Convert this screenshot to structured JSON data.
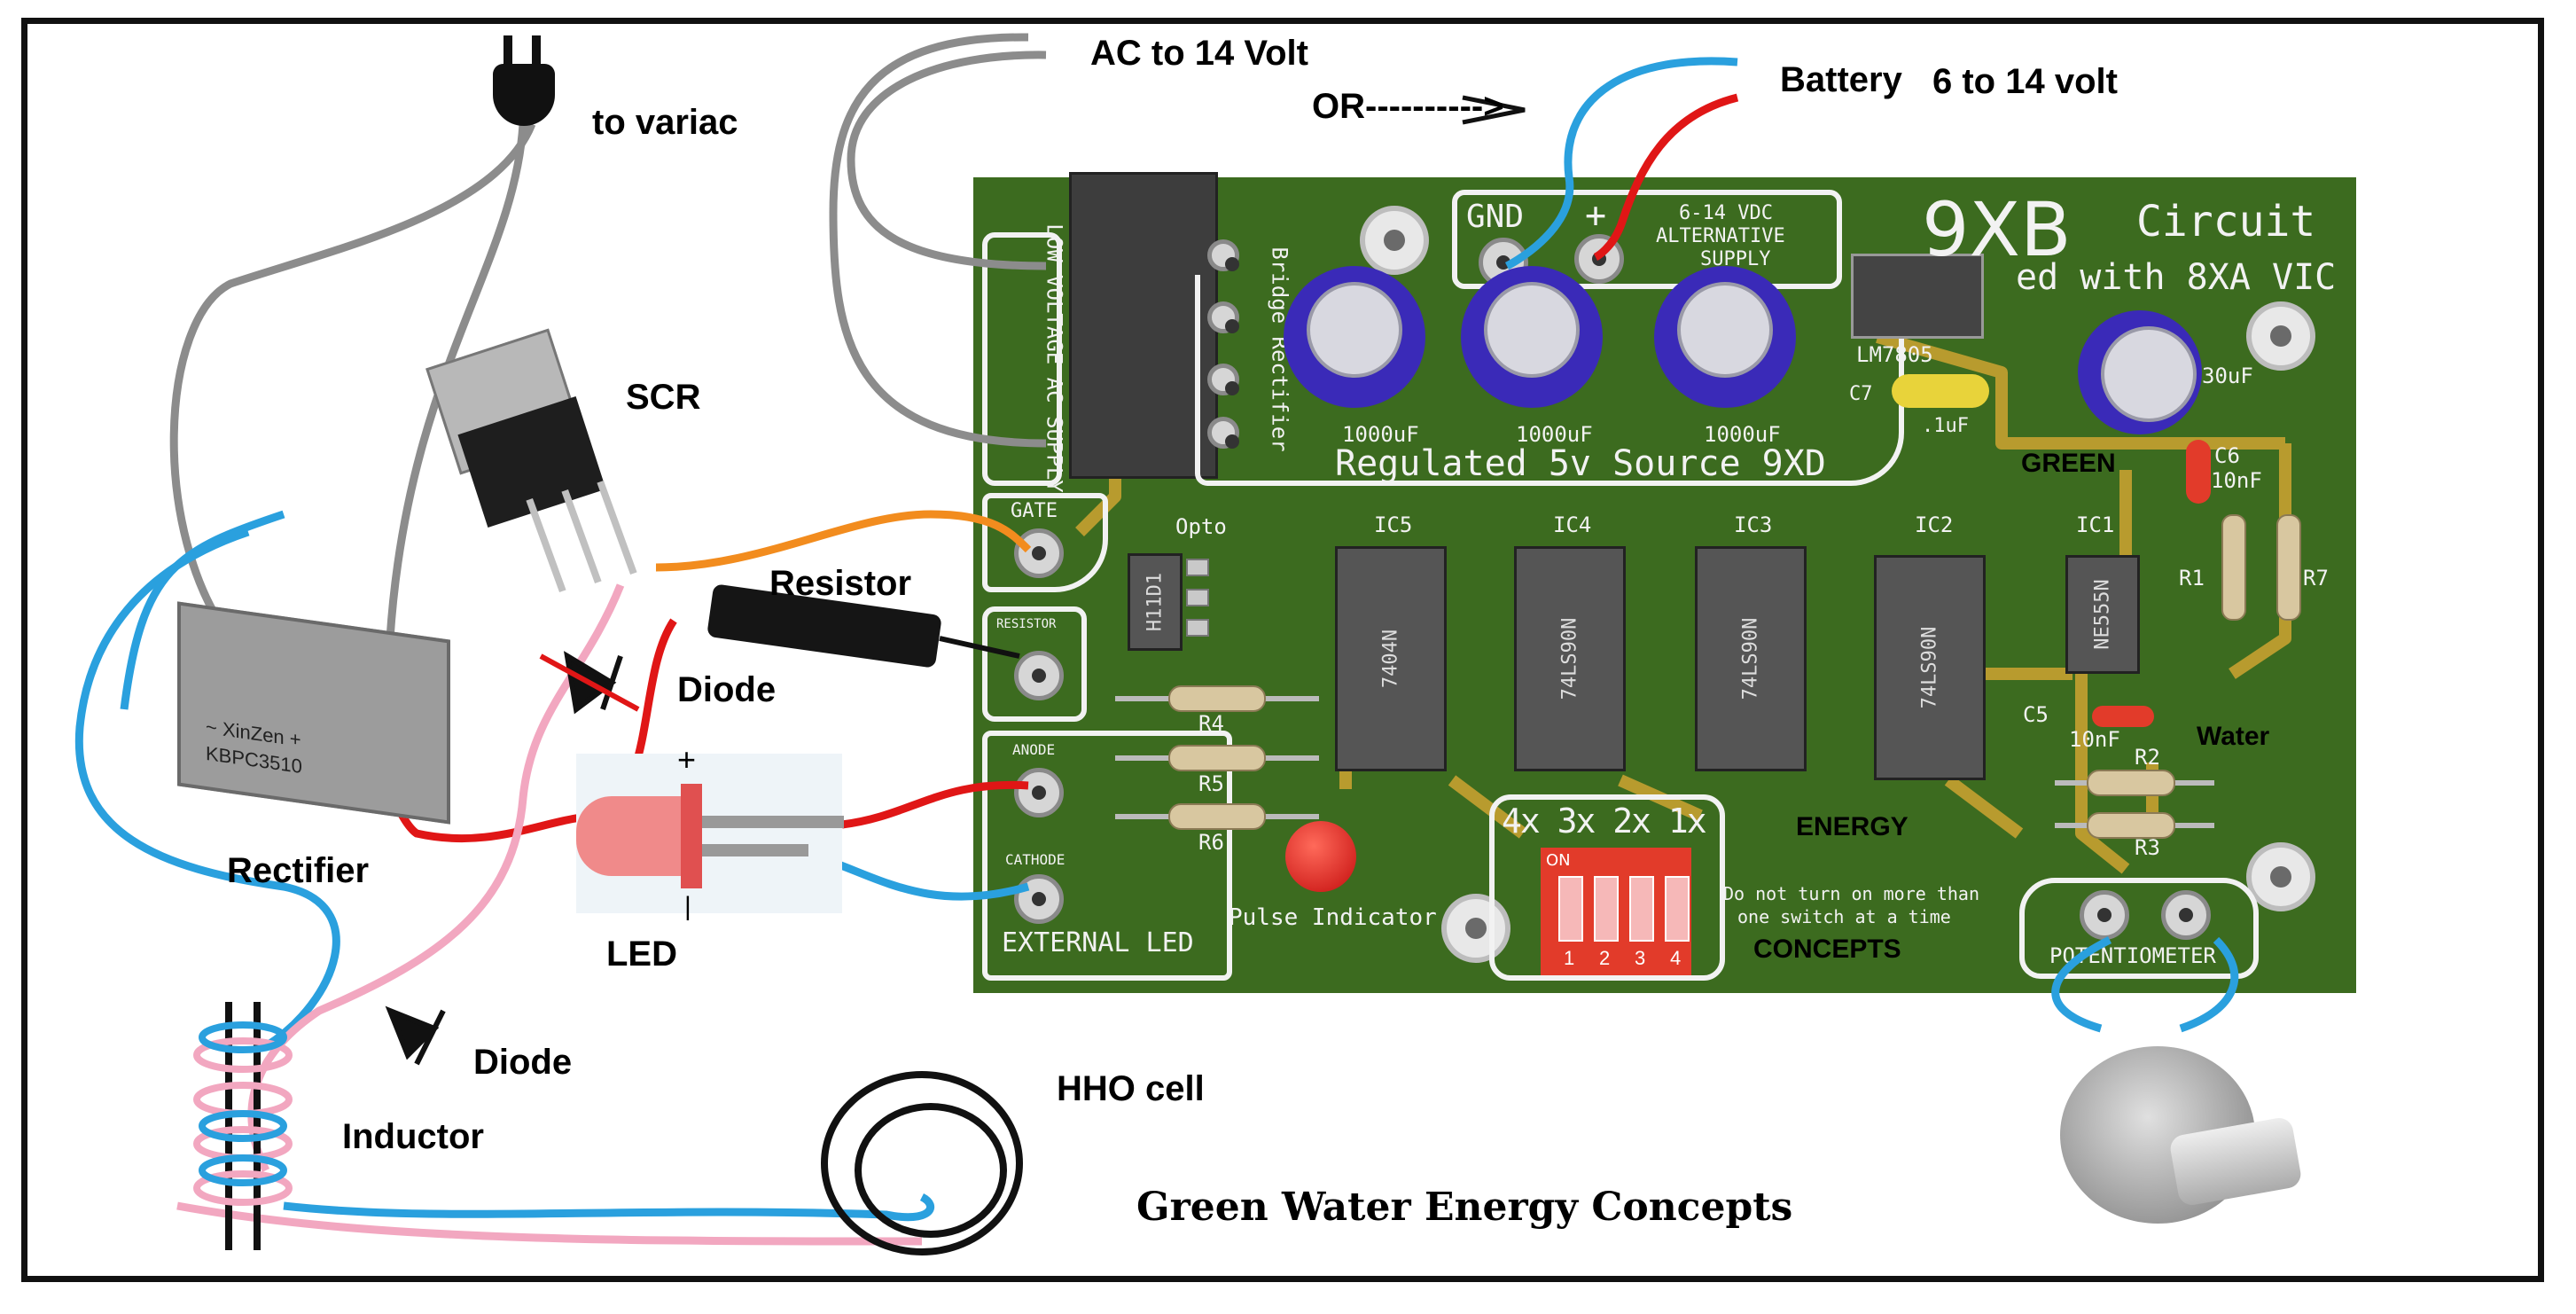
{
  "labels": {
    "to_variac": "to variac",
    "ac_to_14": "AC to 14 Volt",
    "or_arrow": "OR---------->",
    "battery": "Battery",
    "battery_range": "6 to 14 volt",
    "scr": "SCR",
    "resistor": "Resistor",
    "diode_top": "Diode",
    "rectifier": "Rectifier",
    "led": "LED",
    "diode_bottom": "Diode",
    "inductor": "Inductor",
    "hho_cell": "HHO cell",
    "footer": "Green Water Energy Concepts",
    "green": "GREEN",
    "water": "Water",
    "energy": "ENERGY",
    "concepts": "CONCEPTS",
    "led_plus": "+",
    "led_minus": "|",
    "bridge_brand": "~ XinZen +",
    "bridge_model": "KBPC3510"
  },
  "board": {
    "title": "9XB",
    "title_suffix": "Circuit",
    "subtitle": "ed with 8XA VIC",
    "low_voltage_supply": "LOW VOLTAGE AC SUPPLY",
    "bridge_rectifier": "Bridge Rectifier",
    "opto": "Opto",
    "gnd": "GND",
    "plus": "+",
    "alt_supply": [
      "6-14 VDC",
      "ALTERNATIVE",
      "SUPPLY"
    ],
    "regulator": "LM7805",
    "regulated_source": "Regulated 5v Source 9XD",
    "cap_values": [
      "1000uF",
      "1000uF",
      "1000uF"
    ],
    "cap4_value": "30uF",
    "c7": "C7",
    "c7_value": ".1uF",
    "c6": "C6",
    "c6_value": "10nF",
    "c5": "C5",
    "c5_value": "10nF",
    "gate": "GATE",
    "resistor_pad": "RESISTOR",
    "anode": "ANODE",
    "cathode": "CATHODE",
    "external_led": "EXTERNAL LED",
    "ics": [
      {
        "ref": "IC5",
        "part": "7404N"
      },
      {
        "ref": "IC4",
        "part": "74LS90N"
      },
      {
        "ref": "IC3",
        "part": "74LS90N"
      },
      {
        "ref": "IC2",
        "part": "74LS90N"
      },
      {
        "ref": "IC1",
        "part": "NE555N"
      }
    ],
    "opto_part": "H11D1",
    "r1": "R1",
    "r7": "R7",
    "r2": "R2",
    "r3": "R3",
    "r4": "R4",
    "r5": "R5",
    "r6": "R6",
    "dip_header": "4x 3x 2x 1x",
    "dip_on": "ON",
    "dip_numbers": [
      "1",
      "2",
      "3",
      "4"
    ],
    "warning": [
      "Do not turn on more than",
      "one switch at a time"
    ],
    "pulse_indicator": "Pulse Indicator",
    "potentiometer": "POTENTIOMETER"
  },
  "colors": {
    "board": "#3c6b1f",
    "trace": "#b89b2e",
    "wire_gray": "#8c8c8c",
    "wire_blue": "#2aa0de",
    "wire_red": "#e01616",
    "wire_pink": "#f2a7c0",
    "wire_orange": "#f28c1e"
  }
}
